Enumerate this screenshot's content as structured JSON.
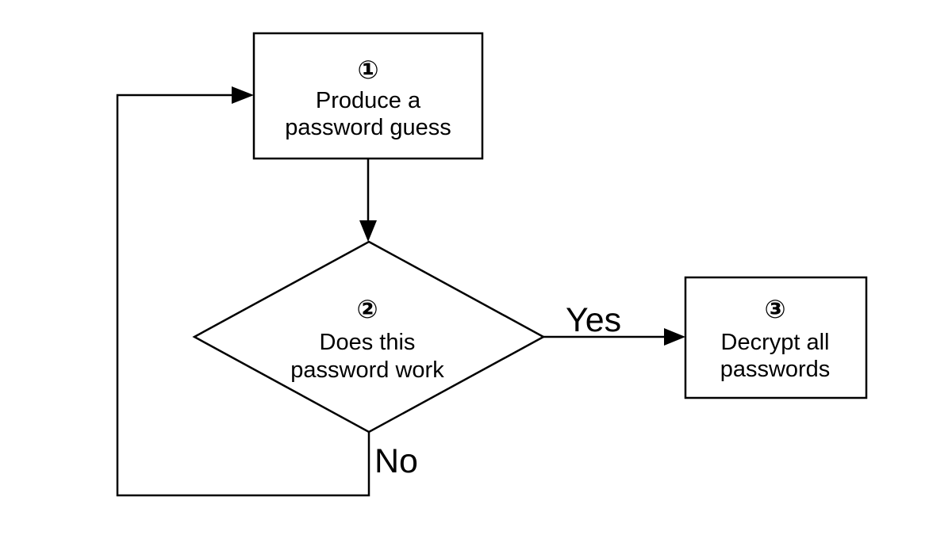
{
  "diagram": {
    "type": "flowchart",
    "background_color": "#ffffff",
    "stroke_color": "#000000",
    "nodes": [
      {
        "id": "produce-password-guess",
        "shape": "rectangle",
        "number": "①",
        "lines": [
          "Produce a",
          "password guess"
        ]
      },
      {
        "id": "does-password-work",
        "shape": "diamond",
        "number": "②",
        "lines": [
          "Does this",
          "password work"
        ]
      },
      {
        "id": "decrypt-all-passwords",
        "shape": "rectangle",
        "number": "③",
        "lines": [
          "Decrypt all",
          "passwords"
        ]
      }
    ],
    "edges": [
      {
        "from": "produce-password-guess",
        "to": "does-password-work",
        "label": ""
      },
      {
        "from": "does-password-work",
        "to": "decrypt-all-passwords",
        "label": "Yes"
      },
      {
        "from": "does-password-work",
        "to": "produce-password-guess",
        "label": "No"
      }
    ]
  }
}
